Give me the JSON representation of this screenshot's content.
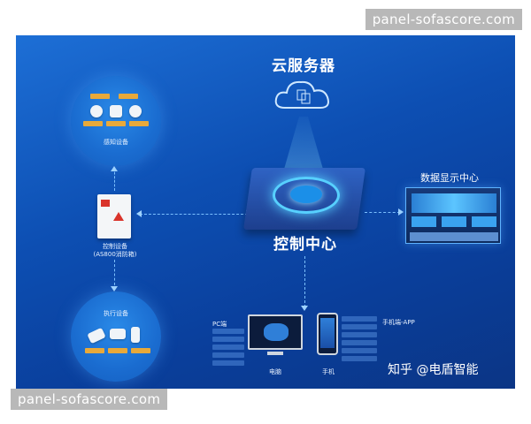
{
  "watermarks": {
    "top": "panel-sofascore.com",
    "bottom": "panel-sofascore.com"
  },
  "cloud": {
    "title": "云服务器"
  },
  "control_center": {
    "title": "控制中心"
  },
  "data_display": {
    "title": "数据显示中心"
  },
  "sense": {
    "label": "感知设备"
  },
  "execute": {
    "label": "执行设备"
  },
  "control_device": {
    "label_line1": "控制设备",
    "label_line2": "(AS800消防箱)"
  },
  "pc": {
    "side_label": "PC端",
    "label": "电脑"
  },
  "phone": {
    "side_label": "手机端-APP",
    "label": "手机"
  },
  "brand": {
    "text": "知乎 @电盾智能"
  },
  "colors": {
    "background": "#0d4fb3",
    "accent": "#9ed2ff",
    "device_tag": "#e8a93a"
  }
}
